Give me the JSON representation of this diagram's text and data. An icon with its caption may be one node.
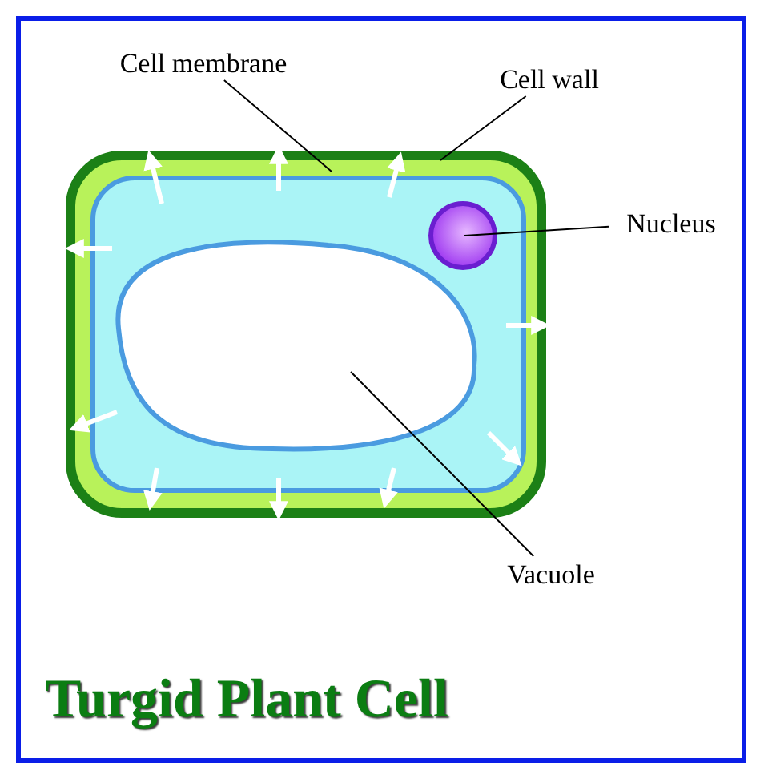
{
  "diagram": {
    "title": "Turgid Plant Cell",
    "nodes": [
      {
        "text": [
          "Cell membrane"
        ]
      },
      {
        "text": [
          "Cell wall"
        ]
      },
      {
        "text": [
          "Nucleus"
        ]
      },
      {
        "text": [
          "Vacuole"
        ]
      },
      {
        "text": [],
        "shape": "box"
      },
      {
        "text": [],
        "shape": "box",
        "in": 4
      },
      {
        "text": [],
        "shape": "circle",
        "in": 5
      },
      {
        "text": [],
        "shape": "oval",
        "in": 5
      }
    ],
    "edges": [
      {
        "from": 0,
        "to": 5,
        "arrow": "none"
      },
      {
        "from": 1,
        "to": 4,
        "arrow": "none"
      },
      {
        "from": 2,
        "to": 6,
        "arrow": "none"
      },
      {
        "from": 3,
        "to": 7,
        "arrow": "none"
      }
    ]
  }
}
